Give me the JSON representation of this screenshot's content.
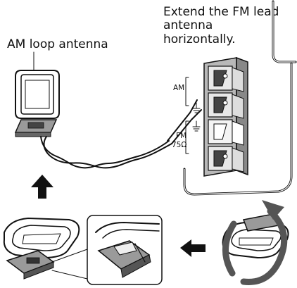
{
  "labels": {
    "am_loop_antenna": "AM loop antenna",
    "fm_instruction_line1": "Extend the FM lead",
    "fm_instruction_line2": "antenna",
    "fm_instruction_line3": "horizontally.",
    "terminal_am": "AM",
    "terminal_fm": "FM",
    "terminal_fm_impedance": "75Ω"
  },
  "icons": {
    "up_arrow": "arrow-up-icon",
    "left_arrow": "arrow-left-icon",
    "rotate_arrow": "rotate-arrow-icon",
    "ground_symbol": "ground-icon"
  }
}
